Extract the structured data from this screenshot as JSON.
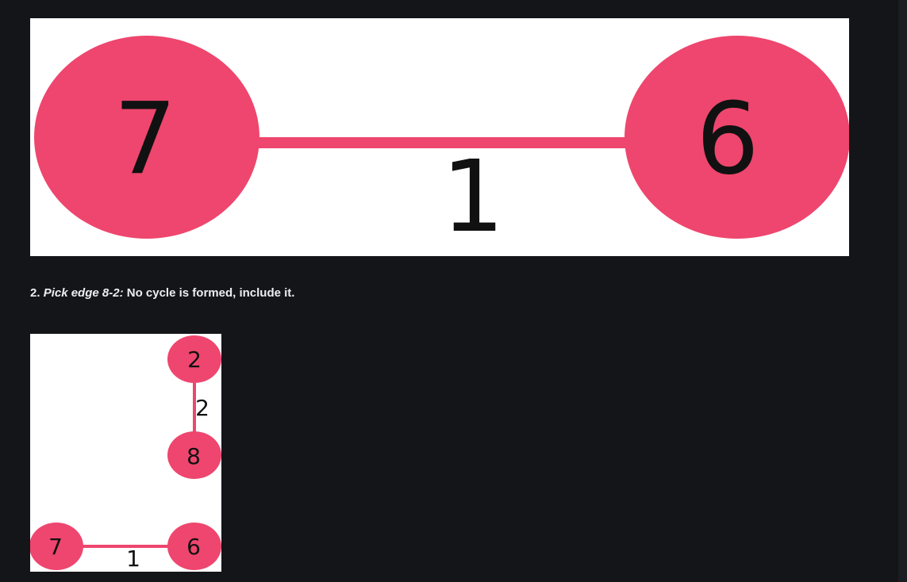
{
  "step": {
    "number": "2.",
    "emphasis": "Pick edge 8-2:",
    "text": " No cycle is formed, include it."
  },
  "colors": {
    "page_background": "#141519",
    "figure_background": "#ffffff",
    "node_fill": "#ee466e",
    "edge_stroke": "#ee466e",
    "label_color": "#111111"
  },
  "figure_top": {
    "nodes": [
      "7",
      "6"
    ],
    "edges": [
      {
        "from": "7",
        "to": "6",
        "weight": "1"
      }
    ]
  },
  "figure_bottom": {
    "nodes": [
      "2",
      "8",
      "7",
      "6"
    ],
    "edges": [
      {
        "from": "8",
        "to": "2",
        "weight": "2"
      },
      {
        "from": "7",
        "to": "6",
        "weight": "1"
      }
    ]
  }
}
